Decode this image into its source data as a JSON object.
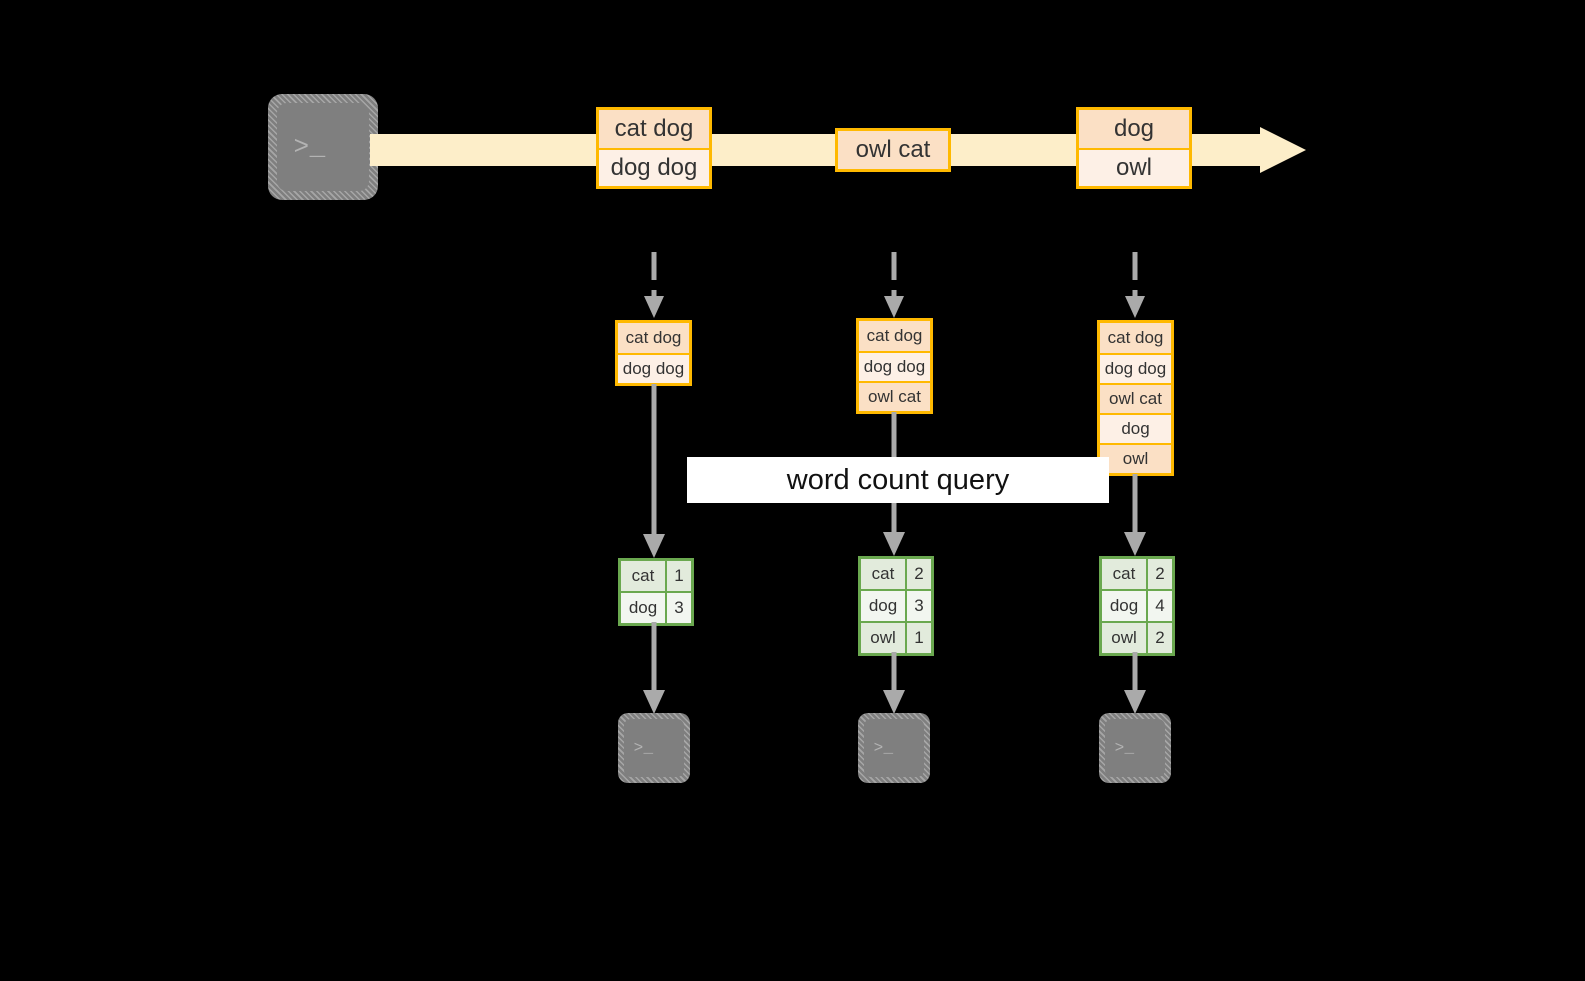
{
  "diagram": {
    "title_label": "word count query",
    "colors": {
      "background": "#000000",
      "stream_fill": "#fdeec9",
      "message_border": "#ffb900",
      "message_fill_dark": "#fbe0c5",
      "message_fill_light": "#fdf0e6",
      "table_border": "#6aa84f",
      "table_fill_dark": "#e2ebdc",
      "table_fill_light": "#f2f6f0",
      "connector": "#aaaaaa",
      "terminal_fill": "#7f7f7f",
      "label_band": "#ffffff"
    },
    "producer": {
      "icon": "terminal-icon",
      "prompt_text": ">_"
    },
    "stream": {
      "name": "event-stream-arrow",
      "messages": [
        {
          "id": "msg-batch-1",
          "lines": [
            {
              "text": "cat dog",
              "shade": "dark"
            },
            {
              "text": "dog dog",
              "shade": "light"
            }
          ]
        },
        {
          "id": "msg-batch-2",
          "lines": [
            {
              "text": "owl cat",
              "shade": "dark"
            }
          ]
        },
        {
          "id": "msg-batch-3",
          "lines": [
            {
              "text": "dog",
              "shade": "dark"
            },
            {
              "text": "owl",
              "shade": "light"
            }
          ]
        }
      ]
    },
    "snapshots": [
      {
        "id": "snapshot-1",
        "lines": [
          {
            "text": "cat dog",
            "shade": "dark"
          },
          {
            "text": "dog dog",
            "shade": "light"
          }
        ],
        "result_rows": [
          {
            "key": "cat",
            "value": "1",
            "shade": "dark"
          },
          {
            "key": "dog",
            "value": "3",
            "shade": "light"
          }
        ],
        "consumer": {
          "icon": "terminal-icon",
          "prompt_text": ">_"
        }
      },
      {
        "id": "snapshot-2",
        "lines": [
          {
            "text": "cat dog",
            "shade": "dark"
          },
          {
            "text": "dog dog",
            "shade": "light"
          },
          {
            "text": "owl cat",
            "shade": "dark"
          }
        ],
        "result_rows": [
          {
            "key": "cat",
            "value": "2",
            "shade": "dark"
          },
          {
            "key": "dog",
            "value": "3",
            "shade": "light"
          },
          {
            "key": "owl",
            "value": "1",
            "shade": "dark"
          }
        ],
        "consumer": {
          "icon": "terminal-icon",
          "prompt_text": ">_"
        }
      },
      {
        "id": "snapshot-3",
        "lines": [
          {
            "text": "cat dog",
            "shade": "dark"
          },
          {
            "text": "dog dog",
            "shade": "light"
          },
          {
            "text": "owl cat",
            "shade": "dark"
          },
          {
            "text": "dog",
            "shade": "light"
          },
          {
            "text": "owl",
            "shade": "dark"
          }
        ],
        "result_rows": [
          {
            "key": "cat",
            "value": "2",
            "shade": "dark"
          },
          {
            "key": "dog",
            "value": "4",
            "shade": "light"
          },
          {
            "key": "owl",
            "value": "2",
            "shade": "dark"
          }
        ],
        "consumer": {
          "icon": "terminal-icon",
          "prompt_text": ">_"
        }
      }
    ]
  }
}
